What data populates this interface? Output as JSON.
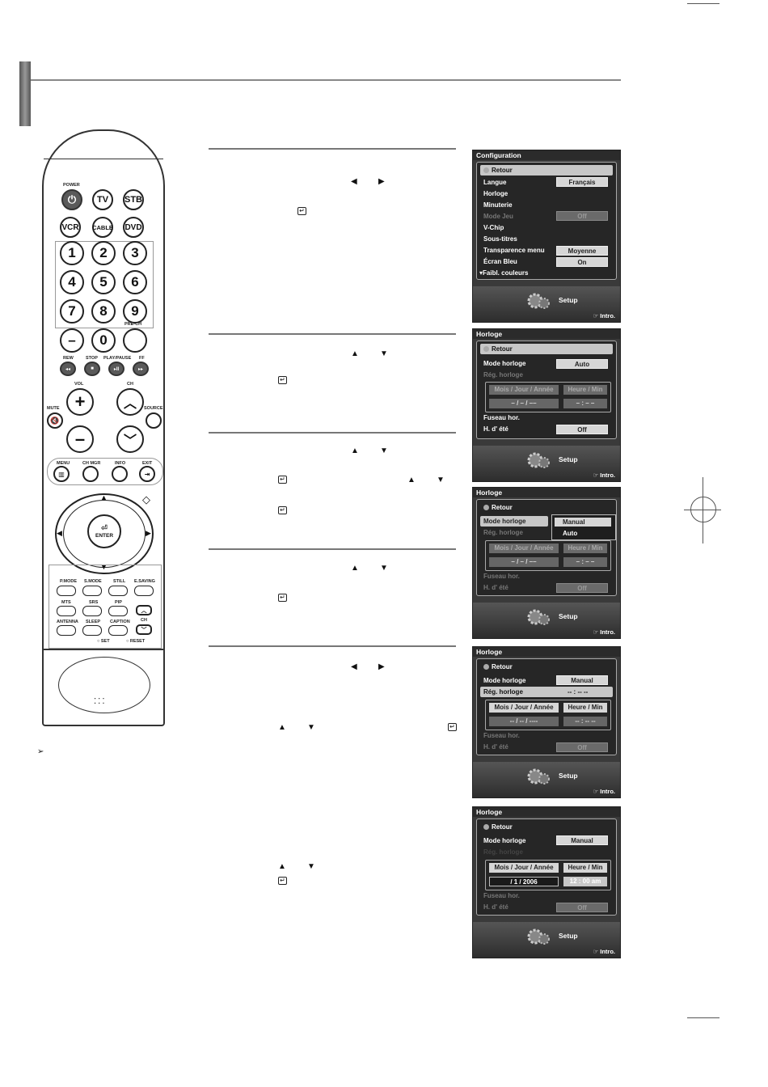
{
  "remote": {
    "labels": {
      "power": "POWER",
      "rew": "REW",
      "stop": "STOP",
      "playpause": "PLAY/PAUSE",
      "ff": "FF",
      "vol": "VOL",
      "ch": "CH",
      "mute": "MUTE",
      "source": "SOURCE",
      "menu": "MENU",
      "chmgr": "CH MGR",
      "info": "INFO",
      "exit": "EXIT",
      "prech": "PRE-CH",
      "enter": "ENTER",
      "pmode": "P.MODE",
      "smode": "S.MODE",
      "still": "STILL",
      "esaving": "E.SAVING",
      "mts": "MTS",
      "srs": "SRS",
      "pip": "PIP",
      "antenna": "ANTENNA",
      "sleep": "SLEEP",
      "caption": "CAPTION",
      "ch2": "CH",
      "set": "SET",
      "reset": "RESET"
    },
    "buttons": {
      "tv": "TV",
      "stb": "STB",
      "vcr": "VCR",
      "cable": "CABLE",
      "dvd": "DVD",
      "minus": "–"
    },
    "digits": [
      "1",
      "2",
      "3",
      "4",
      "5",
      "6",
      "7",
      "8",
      "9",
      "0"
    ]
  },
  "note_symbol": "➢",
  "screens": {
    "s1": {
      "title": "Configuration",
      "items": [
        "Retour",
        "Langue",
        "Horloge",
        "Minuterie",
        "Mode Jeu",
        "V-Chip",
        "Sous-titres",
        "Transparence menu",
        "Écran Bleu",
        "▾Faibl. couleurs"
      ],
      "values": {
        "langue": "Français",
        "modejeu": "Off",
        "transparence": "Moyenne",
        "ecran": "On"
      },
      "setup": "Setup",
      "intro": "Intro."
    },
    "s2": {
      "title": "Horloge",
      "retour": "Retour",
      "mode": "Mode horloge",
      "mode_val": "Auto",
      "reg": "Rég. horloge",
      "h_date": "Mois / Jour / Année",
      "h_time": "Heure / Min",
      "v_date": "– / – / ––",
      "v_time": "– : –  –",
      "fuseau": "Fuseau hor.",
      "hete": "H. d' été",
      "hete_val": "Off",
      "setup": "Setup",
      "intro": "Intro."
    },
    "s3": {
      "title": "Horloge",
      "retour": "Retour",
      "mode": "Mode horloge",
      "reg": "Rég. horloge",
      "opt1": "Manual",
      "opt2": "Auto",
      "h_date": "Mois / Jour / Année",
      "h_time": "Heure / Min",
      "v_date": "– / – / ––",
      "v_time": "– : –  –",
      "fuseau": "Fuseau hor.",
      "hete": "H. d' été",
      "hete_val": "Off",
      "setup": "Setup",
      "intro": "Intro."
    },
    "s4": {
      "title": "Horloge",
      "retour": "Retour",
      "mode": "Mode horloge",
      "mode_val": "Manual",
      "reg": "Rég. horloge",
      "reg_val": "-- : -- --",
      "h_date": "Mois / Jour / Année",
      "h_time": "Heure / Min",
      "v_date": "-- / -- / ----",
      "v_time": "-- : --  --",
      "fuseau": "Fuseau hor.",
      "hete": "H. d' été",
      "hete_val": "Off",
      "setup": "Setup",
      "intro": "Intro."
    },
    "s5": {
      "title": "Horloge",
      "retour": "Retour",
      "mode": "Mode horloge",
      "mode_val": "Manual",
      "reg": "Rég. horloge",
      "h_date": "Mois / Jour / Année",
      "h_time": "Heure / Min",
      "v_date": "/   1   /   2006",
      "v_time": "12  :  00   am",
      "fuseau": "Fuseau hor.",
      "hete": "H. d' été",
      "hete_val": "Off",
      "setup": "Setup",
      "intro": "Intro."
    }
  }
}
